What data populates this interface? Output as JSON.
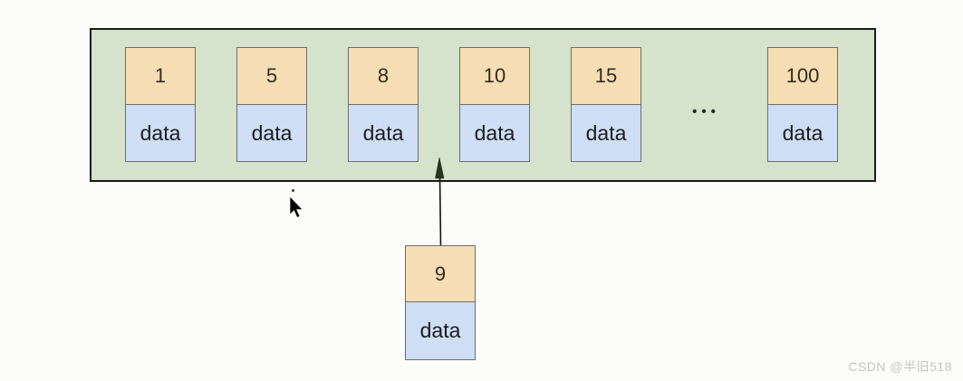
{
  "diagram": {
    "nodes": [
      {
        "key": "1",
        "value": "data"
      },
      {
        "key": "5",
        "value": "data"
      },
      {
        "key": "8",
        "value": "data"
      },
      {
        "key": "10",
        "value": "data"
      },
      {
        "key": "15",
        "value": "data"
      },
      {
        "key": "100",
        "value": "data"
      }
    ],
    "ellipsis": "•••",
    "insert_node": {
      "key": "9",
      "value": "data"
    },
    "colors": {
      "container_fill": "#d5e2cc",
      "container_border": "#1a1a1a",
      "key_fill": "#f5deb3",
      "value_fill": "#cddef5",
      "node_border": "#6e6e6e",
      "arrow": "#1d2a1d"
    }
  },
  "watermark": {
    "text": "CSDN @半旧518"
  }
}
